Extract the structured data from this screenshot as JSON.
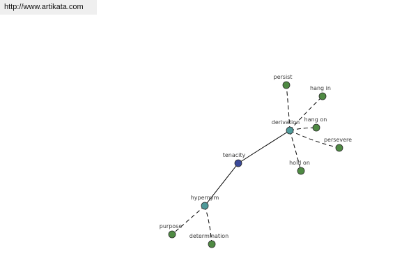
{
  "banner": {
    "url": "http://www.artikata.com"
  },
  "diagram": {
    "colors": {
      "root": "#3b4a9a",
      "hub": "#4f9a9a",
      "leaf": "#4f8a43",
      "edge": "#000000",
      "label": "#3a3a3a"
    },
    "nodes": [
      {
        "id": "tenacity",
        "label": "tenacity",
        "kind": "root"
      },
      {
        "id": "derivation",
        "label": "derivation",
        "kind": "hub"
      },
      {
        "id": "hypernym",
        "label": "hypernym",
        "kind": "hub"
      },
      {
        "id": "persist",
        "label": "persist",
        "kind": "leaf"
      },
      {
        "id": "hang-in",
        "label": "hang in",
        "kind": "leaf"
      },
      {
        "id": "hang-on",
        "label": "hang on",
        "kind": "leaf"
      },
      {
        "id": "persevere",
        "label": "persevere",
        "kind": "leaf"
      },
      {
        "id": "hold-on",
        "label": "hold on",
        "kind": "leaf"
      },
      {
        "id": "purpose",
        "label": "purpose",
        "kind": "leaf"
      },
      {
        "id": "determination",
        "label": "determination",
        "kind": "leaf"
      }
    ],
    "edges": [
      {
        "from": "tenacity",
        "to": "derivation",
        "style": "solid"
      },
      {
        "from": "tenacity",
        "to": "hypernym",
        "style": "solid"
      },
      {
        "from": "derivation",
        "to": "persist",
        "style": "dashed"
      },
      {
        "from": "derivation",
        "to": "hang-in",
        "style": "dashed"
      },
      {
        "from": "derivation",
        "to": "hang-on",
        "style": "dashed"
      },
      {
        "from": "derivation",
        "to": "persevere",
        "style": "dashed"
      },
      {
        "from": "derivation",
        "to": "hold-on",
        "style": "dashed"
      },
      {
        "from": "hypernym",
        "to": "purpose",
        "style": "dashed"
      },
      {
        "from": "hypernym",
        "to": "determination",
        "style": "dashed"
      }
    ]
  }
}
